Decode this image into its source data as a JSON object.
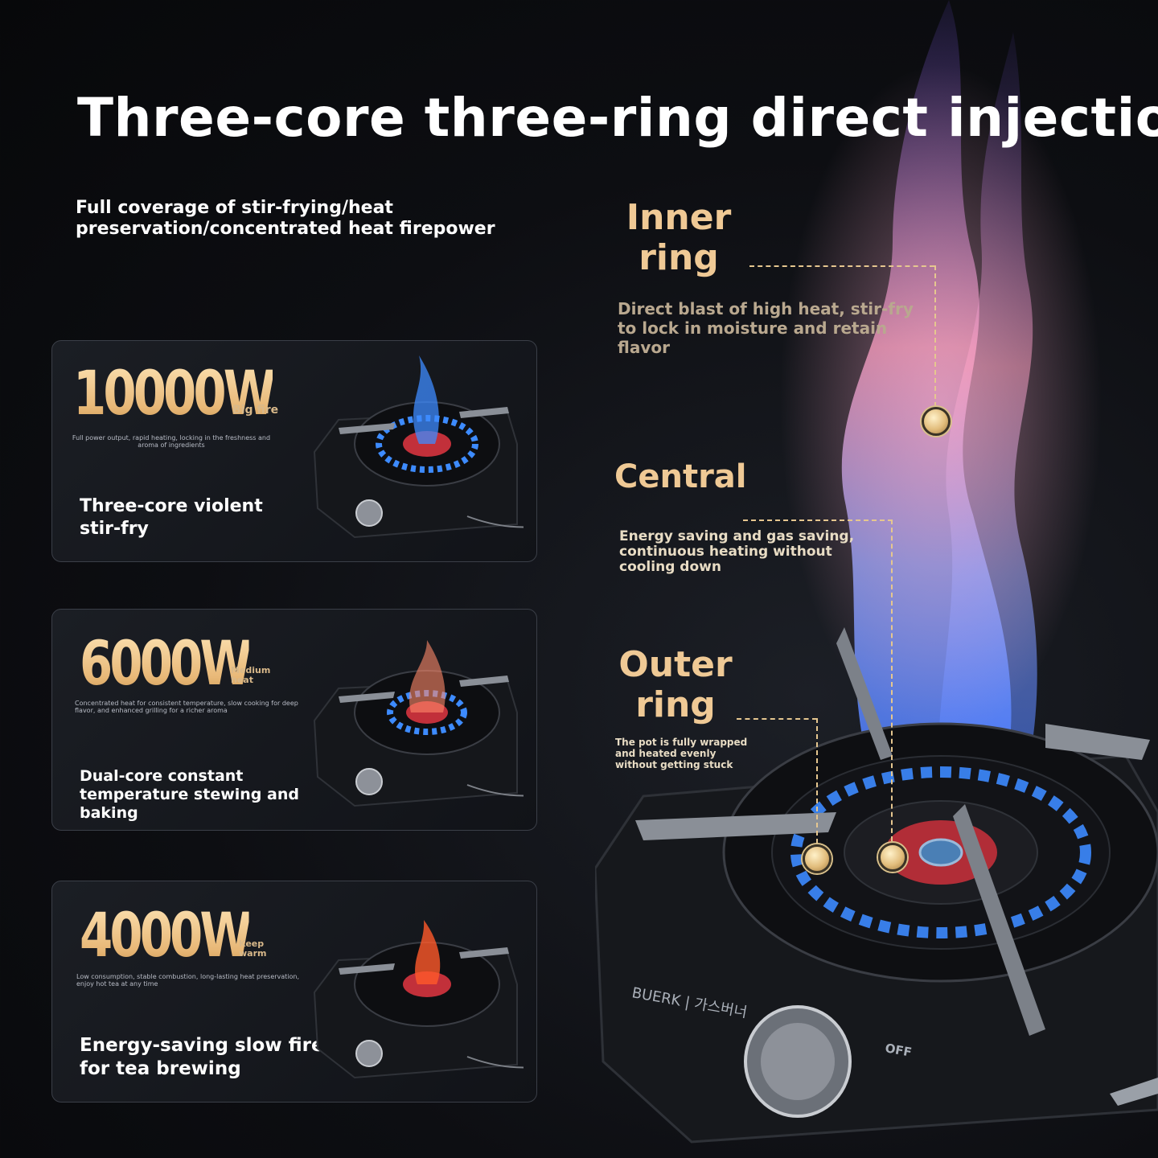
{
  "title": "Three-core three-ring direct injection",
  "subtitle": "Full coverage of stir-frying/heat preservation/concentrated heat firepower",
  "cards": [
    {
      "power": "10000W",
      "tag": "Big fire",
      "description": "Full power output, rapid heating, locking in the freshness and aroma of ingredients",
      "label": "Three-core violent stir-fry"
    },
    {
      "power": "6000W",
      "tag": "Medium heat",
      "description": "Concentrated heat for consistent temperature, slow cooking for deep flavor, and enhanced grilling for a richer aroma",
      "label": "Dual-core constant temperature stewing and baking"
    },
    {
      "power": "4000W",
      "tag": "Keep warm",
      "description": "Low consumption, stable combustion, long-lasting heat preservation, enjoy hot tea at any time",
      "label": "Energy-saving slow fire for tea brewing"
    }
  ],
  "rings": {
    "inner": {
      "title": "Inner ring",
      "description": "Direct blast of high heat, stir-fry to lock in moisture and retain flavor"
    },
    "central": {
      "title": "Central",
      "description": "Energy saving and gas saving, continuous heating without cooling down"
    },
    "outer": {
      "title": "Outer ring",
      "description": "The pot is fully wrapped and heated evenly without getting stuck"
    }
  },
  "stove": {
    "brand": "BUERK | 가스버너",
    "knob_label": "OFF"
  },
  "colors": {
    "accent": "#efc995",
    "flame_blue": "#3d8bff",
    "flame_pink": "#ff9cc0",
    "background": "#0d0e12"
  }
}
